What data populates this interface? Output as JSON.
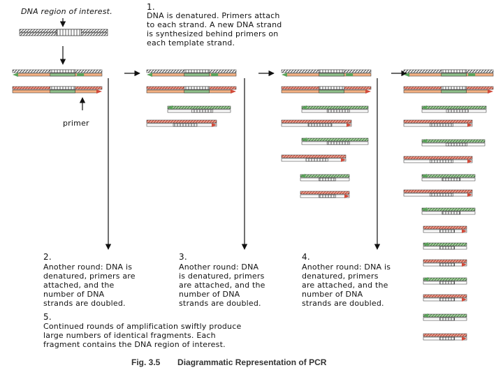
{
  "region_label": "DNA region of interest.",
  "step1": {
    "number": "1.",
    "lines": [
      "DNA is denatured.  Primers attach",
      "to each strand.  A new DNA strand",
      "is synthesized behind primers on",
      "each template strand."
    ]
  },
  "primer_label": "primer",
  "step2": {
    "number": "2.",
    "lines": [
      "Another round: DNA is",
      "denatured, primers are",
      "attached, and the",
      "number of DNA",
      "strands are doubled."
    ]
  },
  "step3": {
    "number": "3.",
    "lines": [
      "Another round: DNA",
      "is denatured, primers",
      "are attached, and the",
      "number of DNA",
      "strands are doubled."
    ]
  },
  "step4": {
    "number": "4.",
    "lines": [
      "Another round: DNA is",
      "denatured, primers",
      "are attached, and the",
      "number of DNA",
      "strands are doubled."
    ]
  },
  "step5": {
    "number": "5.",
    "lines": [
      "Continued rounds of amplification swiftly produce",
      "large numbers of  identical fragments.  Each",
      "fragment contains the DNA region of interest."
    ]
  },
  "caption": {
    "fig": "Fig. 3.5",
    "title": "Diagrammatic Representation of PCR"
  },
  "colors": {
    "template": "#4a4a4a",
    "primer_green": "#5aa35a",
    "new_strand_red": "#e07a6a",
    "region": "#f4b183",
    "arrow": "#111111"
  }
}
